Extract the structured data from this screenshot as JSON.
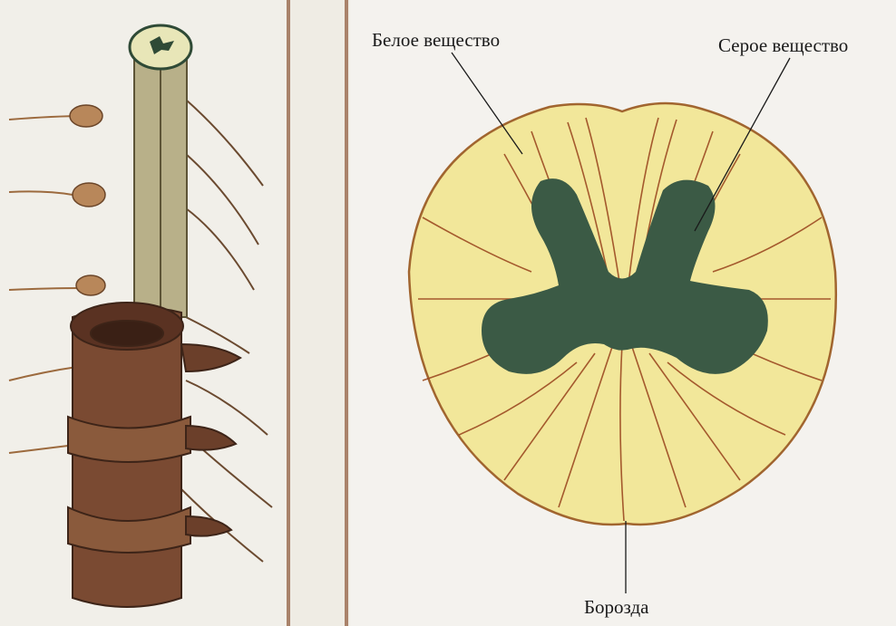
{
  "labels": {
    "white_matter": "Белое вещество",
    "gray_matter": "Серое вещество",
    "groove": "Борозда"
  },
  "colors": {
    "white_matter_fill": "#f2e79a",
    "gray_matter_fill": "#3b5a45",
    "nerve_fibers": "#9c4a22",
    "vertebra": "#7a4a32",
    "divider": "#a9826a"
  }
}
